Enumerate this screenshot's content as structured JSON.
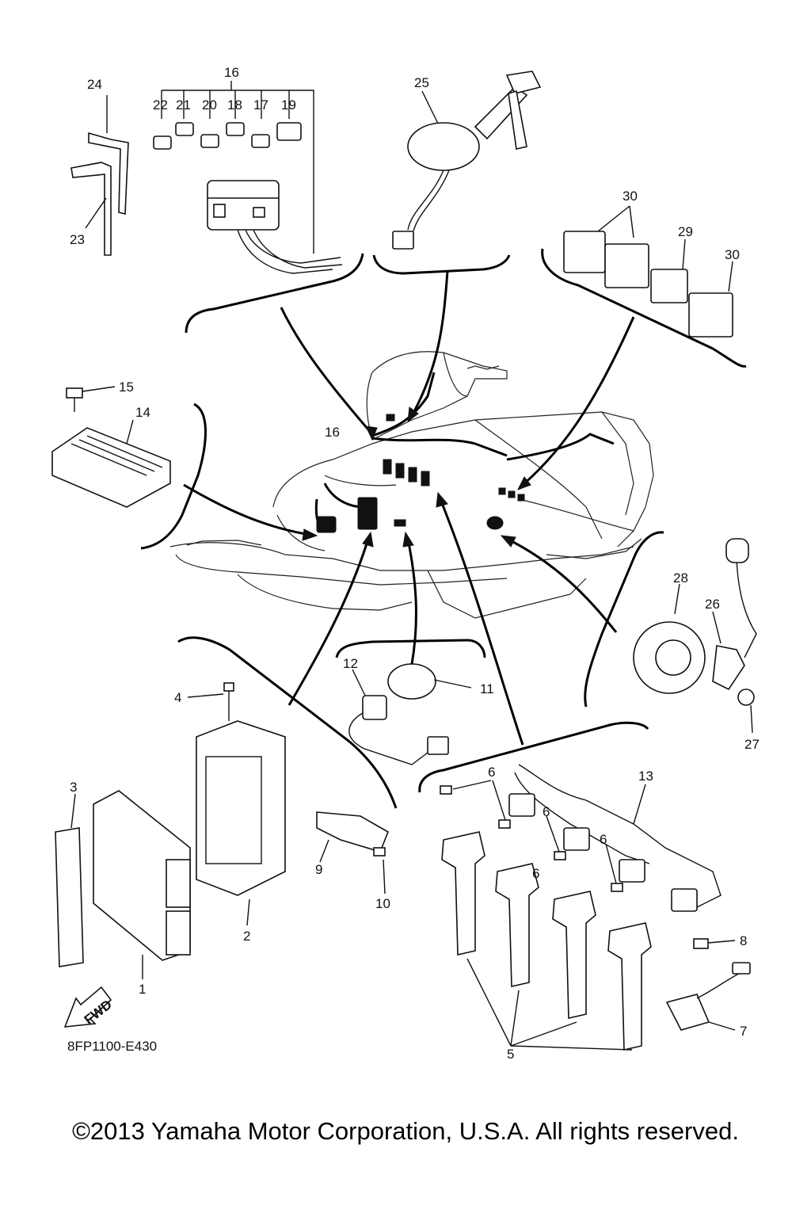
{
  "callouts": {
    "c1": "1",
    "c2": "2",
    "c3": "3",
    "c4": "4",
    "c5": "5",
    "c6a": "6",
    "c6b": "6",
    "c6c": "6",
    "c6d": "6",
    "c7": "7",
    "c8": "8",
    "c9": "9",
    "c10": "10",
    "c11": "11",
    "c12": "12",
    "c13": "13",
    "c14": "14",
    "c15": "15",
    "c16a": "16",
    "c16b": "16",
    "c17": "17",
    "c18": "18",
    "c19": "19",
    "c20": "20",
    "c21": "21",
    "c22": "22",
    "c23": "23",
    "c24": "24",
    "c25": "25",
    "c26": "26",
    "c27": "27",
    "c28": "28",
    "c29": "29",
    "c30a": "30",
    "c30b": "30"
  },
  "fwd_label": "FWD",
  "diagram_code": "8FP1100-E430",
  "copyright": "©2013 Yamaha Motor Corporation, U.S.A. All rights reserved."
}
